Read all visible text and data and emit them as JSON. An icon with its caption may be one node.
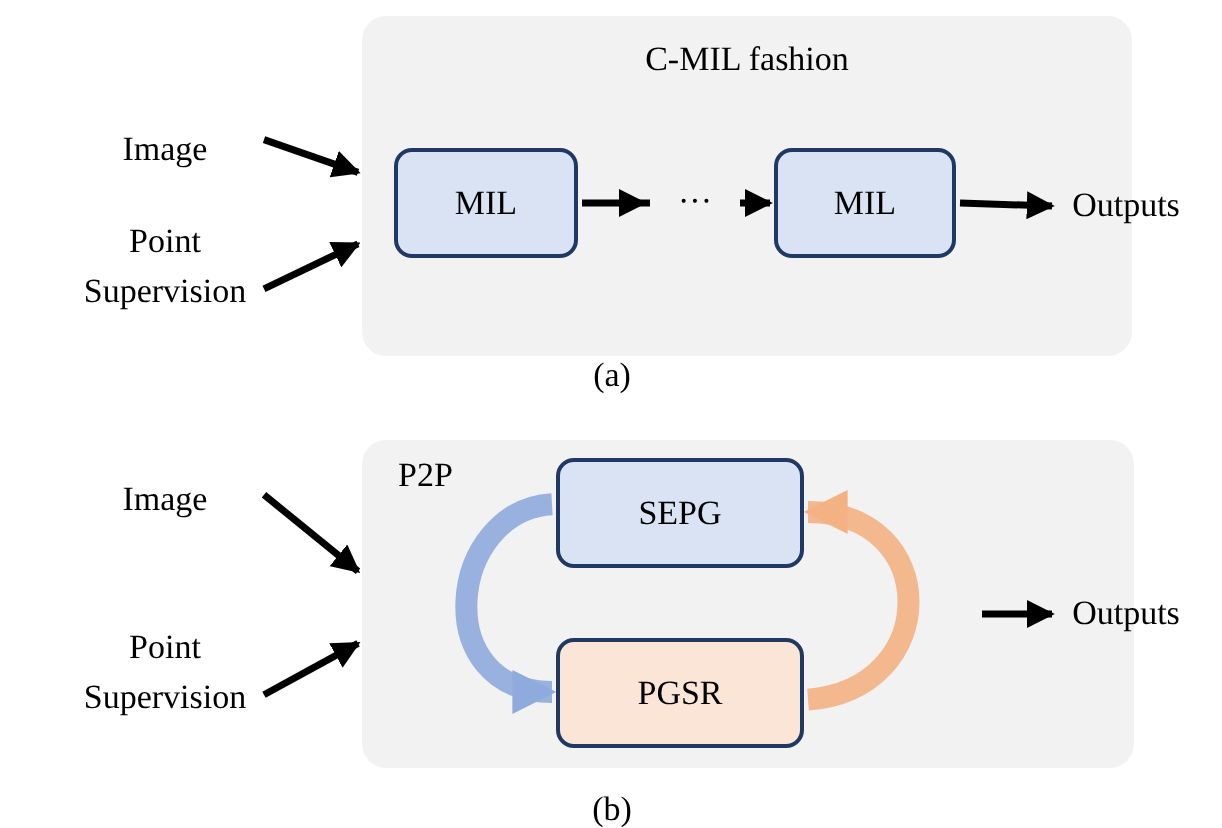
{
  "diagram": {
    "nodes": [
      {
        "text": [
          "Image"
        ]
      },
      {
        "text": [
          "Point Supervision"
        ]
      },
      {
        "text": [
          "C-MIL fashion"
        ]
      },
      {
        "text": [
          "MIL"
        ],
        "in": 2
      },
      {
        "text": [
          "MIL"
        ],
        "in": 2
      },
      {
        "text": [
          "Outputs"
        ]
      },
      {
        "text": [
          "Image"
        ]
      },
      {
        "text": [
          "Point Supervision"
        ]
      },
      {
        "text": [
          "P2P"
        ]
      },
      {
        "text": [
          "SEPG"
        ],
        "in": 8
      },
      {
        "text": [
          "PGSR"
        ],
        "in": 8
      },
      {
        "text": [
          "Outputs"
        ]
      }
    ],
    "edges": [
      {
        "from": 0,
        "to": 2,
        "arrow": "to"
      },
      {
        "from": 1,
        "to": 2,
        "arrow": "to"
      },
      {
        "from": 3,
        "to": 4,
        "arrow": "to",
        "label": "···"
      },
      {
        "from": 4,
        "to": 5,
        "arrow": "to"
      },
      {
        "from": 6,
        "to": 8,
        "arrow": "to"
      },
      {
        "from": 7,
        "to": 8,
        "arrow": "to"
      },
      {
        "from": 9,
        "to": 10,
        "arrow": "to",
        "style": "thick",
        "color": "#8faadc"
      },
      {
        "from": 10,
        "to": 9,
        "arrow": "to",
        "style": "thick",
        "color": "#f4b183"
      },
      {
        "from": null,
        "to": 11,
        "arrow": "to"
      }
    ],
    "labels": [
      "(a)",
      "(b)"
    ]
  }
}
